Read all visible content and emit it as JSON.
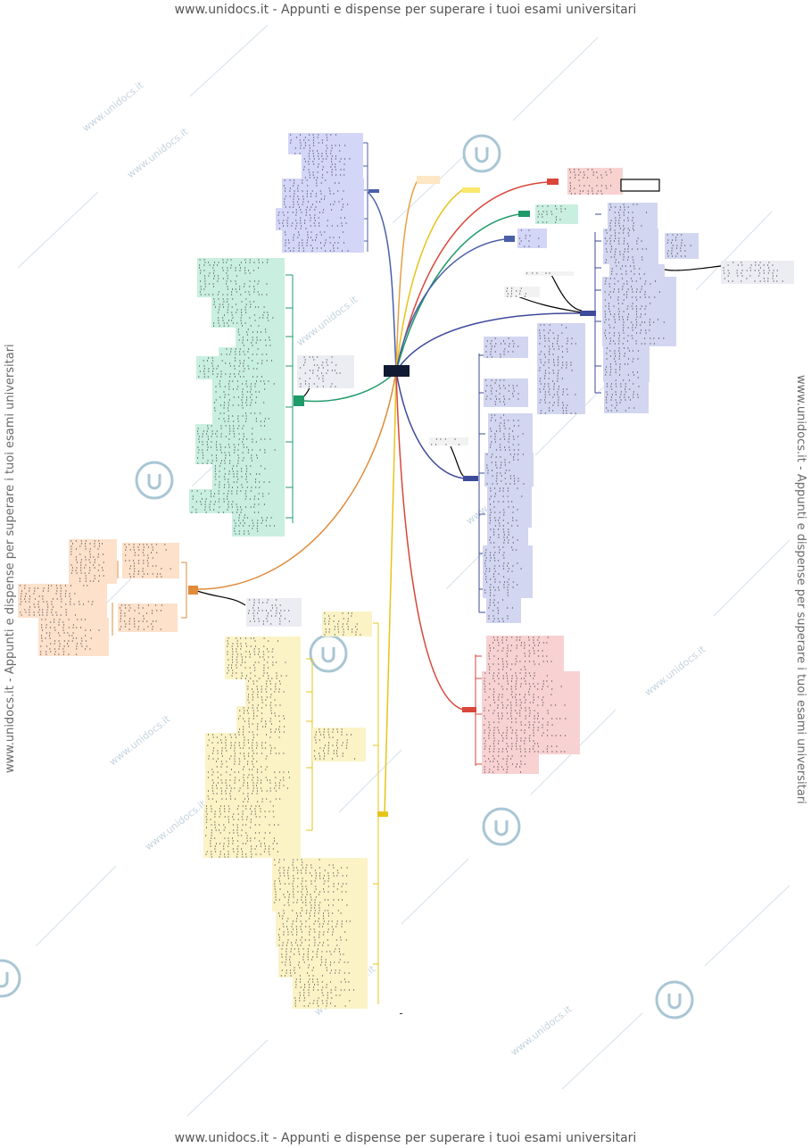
{
  "page": {
    "header_text": "www.unidocs.it - Appunti e dispense per superare i tuoi esami universitari",
    "footer_text": "www.unidocs.it - Appunti e dispense per superare i tuoi esami universitari",
    "side_text": "www.unidocs.it - Appunti e dispense per superare i tuoi esami universitari",
    "watermark_text": "www.unidocs.it",
    "watermark_logo": "unidocs-logo-icon"
  },
  "mindmap": {
    "center_node": {
      "color": "#101a33"
    },
    "branches": [
      {
        "name": "blue-upper-left",
        "color": "#4a5fa8",
        "fill": "#d3d6f7"
      },
      {
        "name": "orange-small-top",
        "color": "#e8a040",
        "fill": "#fde7c4"
      },
      {
        "name": "yellow-top",
        "color": "#e6c41a",
        "fill": "#fbf0b0"
      },
      {
        "name": "red-top",
        "color": "#d9463a",
        "fill": "#f8d2cf"
      },
      {
        "name": "green-top",
        "color": "#1f9a6a",
        "fill": "#c9efe0"
      },
      {
        "name": "blue-small",
        "color": "#4a5fa8",
        "fill": "#d3d6f7"
      },
      {
        "name": "navy-right",
        "color": "#3e4a9a",
        "fill": "#d3d6f0"
      },
      {
        "name": "green-left",
        "color": "#1f9a6a",
        "fill": "#c9efe0"
      },
      {
        "name": "navy-mid-right",
        "color": "#3e4a9a",
        "fill": "#d3d6f0"
      },
      {
        "name": "orange-left",
        "color": "#e08a3a",
        "fill": "#fde1cb"
      },
      {
        "name": "yellow-bottom",
        "color": "#e6c41a",
        "fill": "#fbf3c6"
      },
      {
        "name": "red-bottom",
        "color": "#d9463a",
        "fill": "#f8d2d2"
      }
    ]
  }
}
